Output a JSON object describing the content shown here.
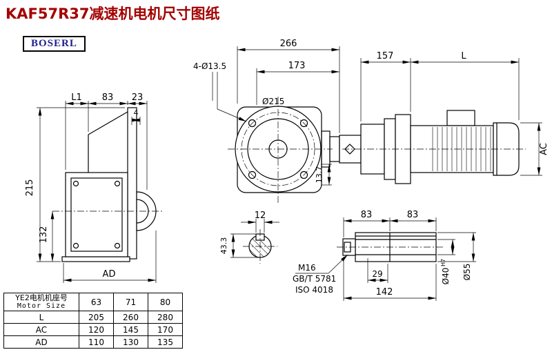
{
  "page": {
    "title": "KAF57R37减速机电机尺寸图纸",
    "logo": "BOSERL"
  },
  "front_view": {
    "dim_overall_width": "266",
    "dim_flange_width": "173",
    "dim_holes": "4-Ø13.5",
    "dim_flange_dia": "Ø215",
    "dim_angle": "13.7"
  },
  "motor_view": {
    "dim_offset": "157",
    "dim_length": "L",
    "dim_ac": "AC"
  },
  "left_view": {
    "dim_l1": "L1",
    "dim_83": "83",
    "dim_23": "23",
    "dim_4": "4",
    "dim_215": "215",
    "dim_132": "132",
    "dim_ad": "AD"
  },
  "key_section": {
    "dim_width": "12",
    "dim_height": "43.3"
  },
  "shaft_view": {
    "dim_83a": "83",
    "dim_83b": "83",
    "thread": "M16",
    "standard_gb": "GB/T 5781",
    "standard_iso": "ISO 4018",
    "dim_29": "29",
    "dim_142": "142",
    "dim_d40": "Ø40",
    "dim_d40_tol": "H7",
    "dim_d55": "Ø55"
  },
  "table": {
    "header_label_cn": "YE2电机机座号",
    "header_label_en": "Motor Size",
    "header_values": [
      "63",
      "71",
      "80"
    ],
    "rows": [
      {
        "label": "L",
        "values": [
          "205",
          "260",
          "280"
        ]
      },
      {
        "label": "AC",
        "values": [
          "120",
          "145",
          "170"
        ]
      },
      {
        "label": "AD",
        "values": [
          "110",
          "130",
          "135"
        ]
      }
    ]
  }
}
